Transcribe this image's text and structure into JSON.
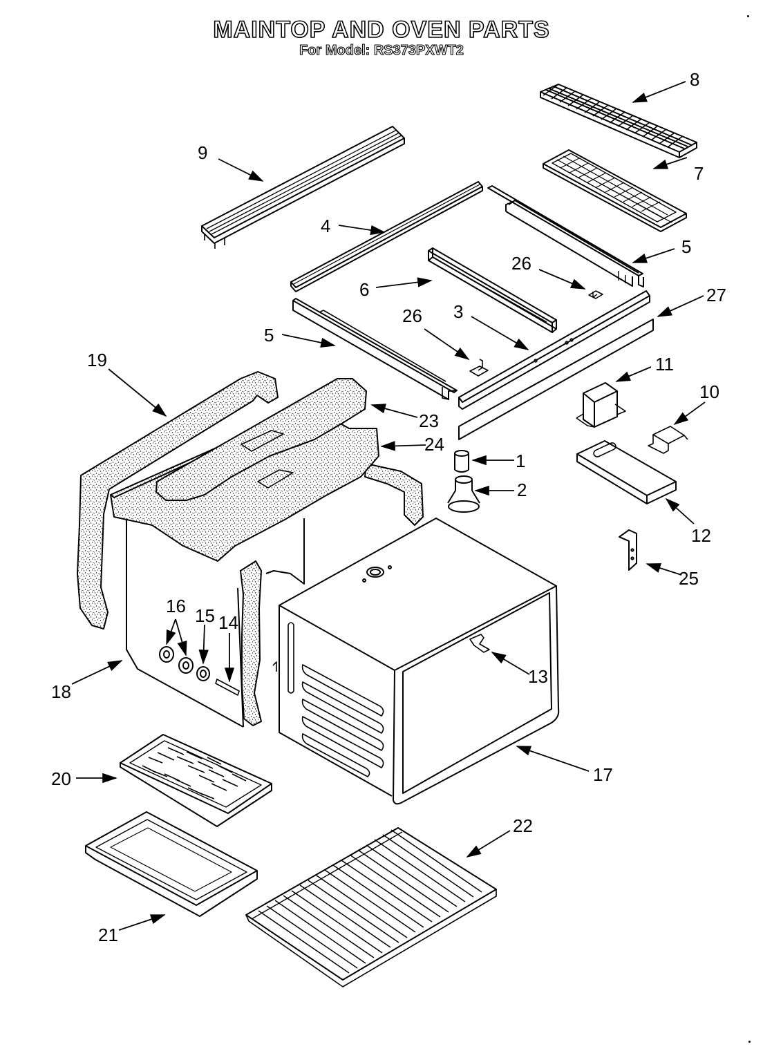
{
  "title": "MAINTOP AND OVEN PARTS",
  "subtitle": "For Model: RS373PXWT2",
  "callouts": [
    {
      "id": "c8",
      "label": "8"
    },
    {
      "id": "c9",
      "label": "9"
    },
    {
      "id": "c7",
      "label": "7"
    },
    {
      "id": "c4",
      "label": "4"
    },
    {
      "id": "c5a",
      "label": "5"
    },
    {
      "id": "c26a",
      "label": "26"
    },
    {
      "id": "c6",
      "label": "6"
    },
    {
      "id": "c27",
      "label": "27"
    },
    {
      "id": "c26b",
      "label": "26"
    },
    {
      "id": "c3",
      "label": "3"
    },
    {
      "id": "c5b",
      "label": "5"
    },
    {
      "id": "c19",
      "label": "19"
    },
    {
      "id": "c11",
      "label": "11"
    },
    {
      "id": "c10",
      "label": "10"
    },
    {
      "id": "c23",
      "label": "23"
    },
    {
      "id": "c24",
      "label": "24"
    },
    {
      "id": "c1",
      "label": "1"
    },
    {
      "id": "c2",
      "label": "2"
    },
    {
      "id": "c12",
      "label": "12"
    },
    {
      "id": "c25",
      "label": "25"
    },
    {
      "id": "c16",
      "label": "16"
    },
    {
      "id": "c15",
      "label": "15"
    },
    {
      "id": "c14",
      "label": "14"
    },
    {
      "id": "c13",
      "label": "13"
    },
    {
      "id": "c18",
      "label": "18"
    },
    {
      "id": "c17",
      "label": "17"
    },
    {
      "id": "c20",
      "label": "20"
    },
    {
      "id": "c22",
      "label": "22"
    },
    {
      "id": "c21",
      "label": "21"
    }
  ]
}
